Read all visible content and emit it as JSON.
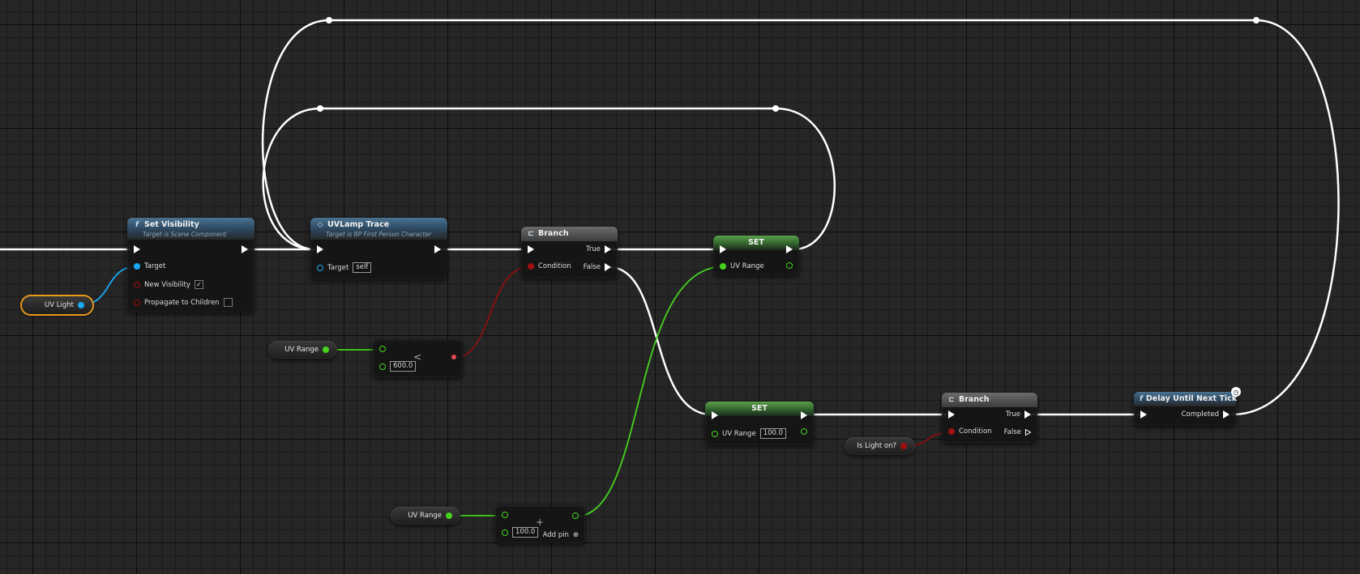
{
  "colors": {
    "exec": "#ffffff",
    "object_pin": "#1aa8f0",
    "bool_pin": "#a01010",
    "float_pin": "#47d21f",
    "selected_outline": "#e89a18",
    "function_header": "#3e6480",
    "set_header": "#4c8a3e"
  },
  "nodes": {
    "set_visibility": {
      "icon": "function-icon",
      "icon_glyph": "f",
      "title": "Set Visibility",
      "subtitle": "Target is Scene Component",
      "pins": {
        "target": "Target",
        "new_visibility": "New Visibility",
        "propagate": "Propagate to Children"
      },
      "new_visibility_checked": true,
      "propagate_checked": false
    },
    "uvlamp_trace": {
      "icon": "event-diamond-icon",
      "icon_glyph": "◇",
      "title": "UVLamp Trace",
      "subtitle": "Target is BP First Person Character",
      "pins": {
        "target": "Target"
      },
      "target_value": "self"
    },
    "branch_1": {
      "icon": "branch-icon",
      "icon_glyph": "⊏",
      "title": "Branch",
      "pins": {
        "condition": "Condition",
        "true": "True",
        "false": "False"
      }
    },
    "set_1": {
      "title": "SET",
      "pins": {
        "uv_range": "UV Range"
      }
    },
    "less_than": {
      "symbol": "<",
      "value": "600.0"
    },
    "set_2": {
      "title": "SET",
      "pins": {
        "uv_range": "UV Range"
      },
      "value": "100.0"
    },
    "add": {
      "symbol": "+",
      "value": "100.0",
      "add_pin_label": "Add pin",
      "add_pin_icon": "plus-circle-icon",
      "add_pin_glyph": "⊕"
    },
    "branch_2": {
      "icon": "branch-icon",
      "icon_glyph": "⊏",
      "title": "Branch",
      "pins": {
        "condition": "Condition",
        "true": "True",
        "false": "False"
      }
    },
    "delay": {
      "icon": "function-icon",
      "icon_glyph": "f",
      "title": "Delay Until Next Tick",
      "pins": {
        "completed": "Completed"
      },
      "latent_icon": "clock-icon",
      "latent_glyph": "◷"
    }
  },
  "variables": {
    "uv_light": "UV Light",
    "uv_range_1": "UV Range",
    "uv_range_2": "UV Range",
    "is_light_on": "Is Light on?"
  }
}
